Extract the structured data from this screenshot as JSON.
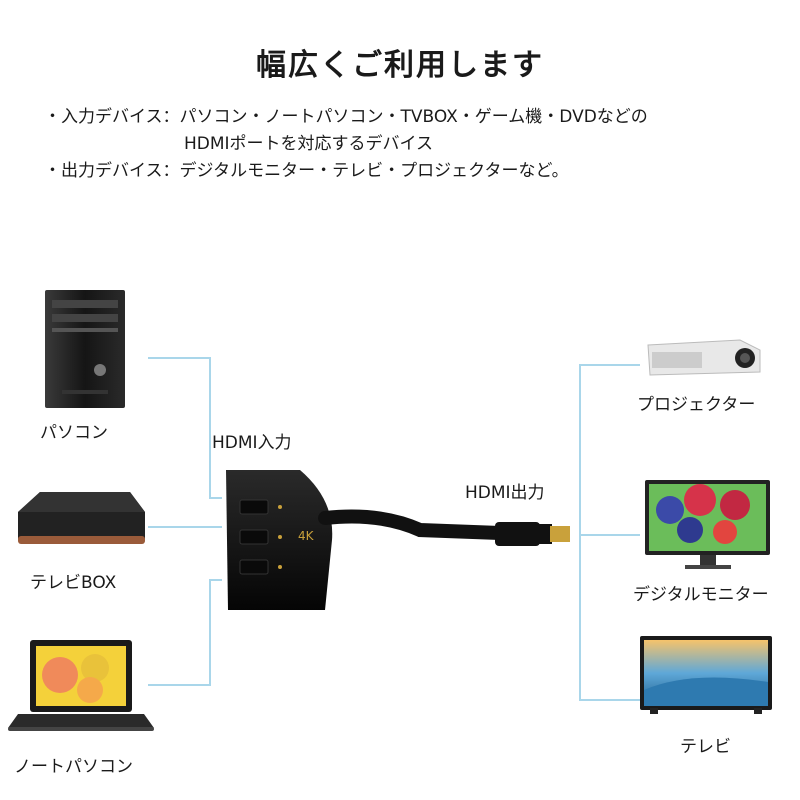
{
  "title": "幅広くご利用します",
  "description": {
    "input_line": "・入力デバイス：パソコン・ノートパソコン・TVBOX・ゲーム機・DVDなどの",
    "input_line_cont": "HDMIポートを対応するデバイス",
    "output_line": "・出力デバイス：デジタルモニター・テレビ・プロジェクターなど。"
  },
  "labels": {
    "hdmi_in": "HDMI入力",
    "hdmi_out": "HDMI出力"
  },
  "inputs": [
    {
      "label": "パソコン",
      "icon": "desktop-pc-icon"
    },
    {
      "label": "テレビBOX",
      "icon": "tv-box-icon"
    },
    {
      "label": "ノートパソコン",
      "icon": "laptop-icon"
    }
  ],
  "outputs": [
    {
      "label": "プロジェクター",
      "icon": "projector-icon"
    },
    {
      "label": "デジタルモニター",
      "icon": "monitor-icon"
    },
    {
      "label": "テレビ",
      "icon": "tv-icon"
    }
  ],
  "colors": {
    "connector_line": "#a9d6ea",
    "device_dark": "#1b1b1b",
    "cable": "#111111",
    "gold": "#c9a13b"
  }
}
